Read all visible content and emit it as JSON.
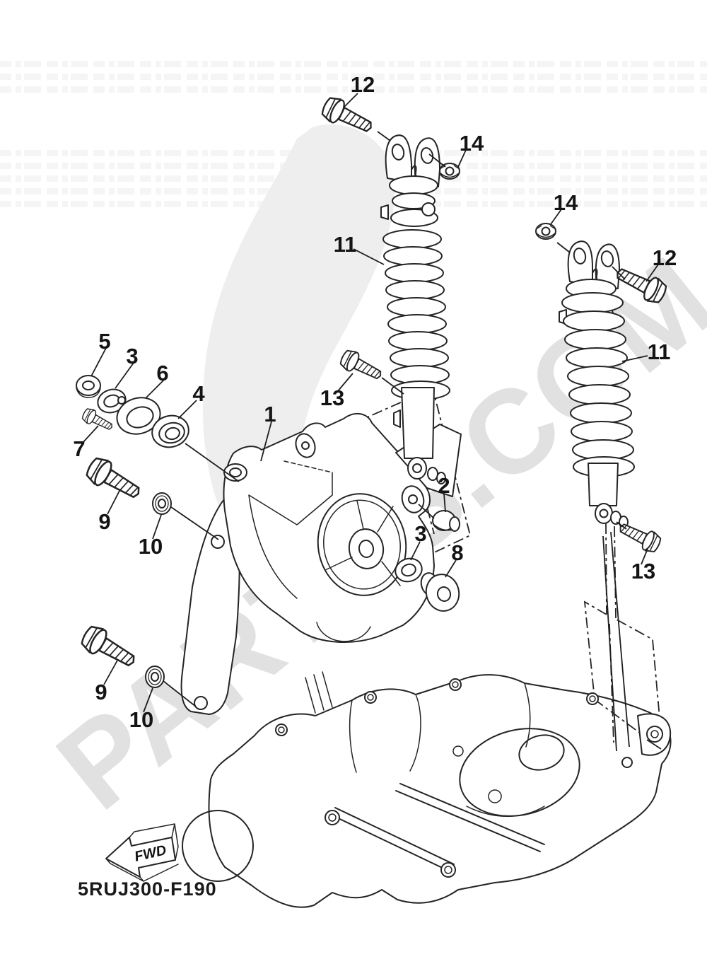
{
  "page": {
    "background": "#ffffff",
    "line_color": "#242424",
    "text_color": "#141414"
  },
  "watermark": {
    "text": "PARTSS.COM",
    "letters_color": "#e1e1e1",
    "flame_color": "#eeeeee"
  },
  "footer": {
    "diagram_code": "5RUJ300-F190",
    "fwd_label": "FWD"
  },
  "callouts": [
    "12",
    "14",
    "11",
    "14",
    "12",
    "11",
    "5",
    "3",
    "6",
    "4",
    "7",
    "1",
    "13",
    "2",
    "3",
    "8",
    "9",
    "10",
    "13",
    "9",
    "10"
  ]
}
